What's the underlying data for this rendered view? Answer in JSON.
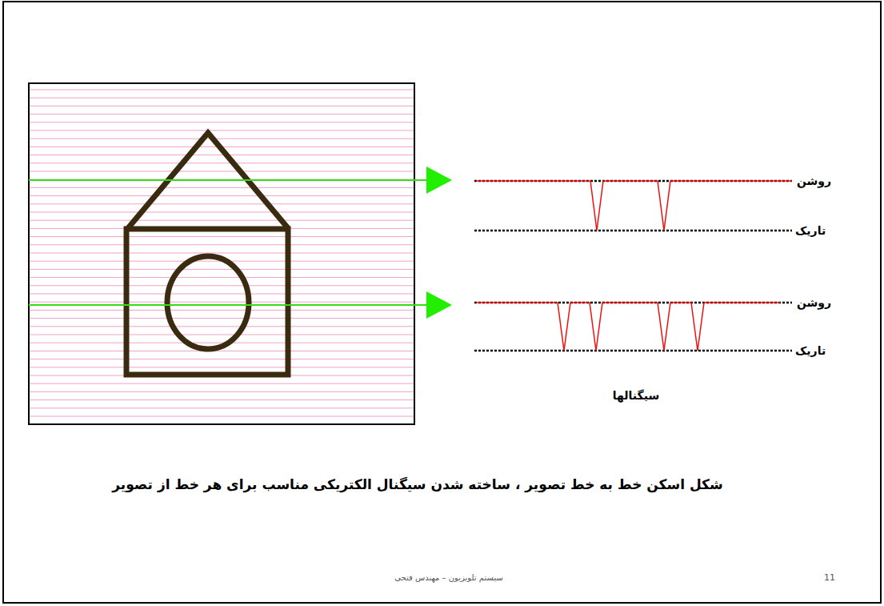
{
  "diagram": {
    "caption": "شکل  اسکن خط به خط تصویر ، ساخته شدن سیگنال الکتریکی مناسب برای هر خط از تصویر",
    "labels": [
      "روشن",
      "تاریک",
      "روشن",
      "تاریک",
      "سیگنالها",
      "سیستم تلویزیون – مهندس فتحی",
      "11"
    ]
  }
}
